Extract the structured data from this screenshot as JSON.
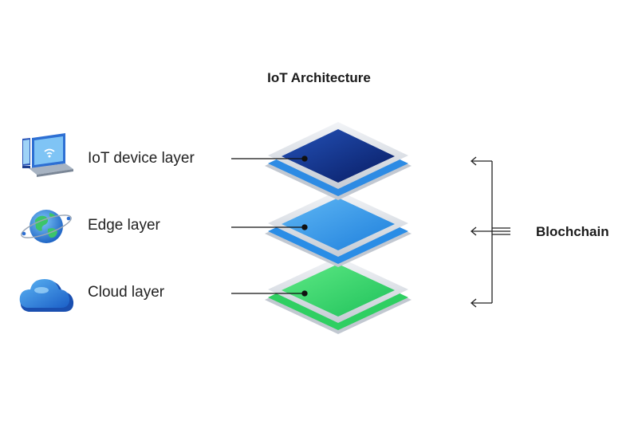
{
  "title": "IoT Architecture",
  "layers": [
    {
      "label": "IoT device layer",
      "icon": "laptop-tablet-icon",
      "color": "#0f2c7c"
    },
    {
      "label": "Edge layer",
      "icon": "globe-icon",
      "color": "#2f95e8"
    },
    {
      "label": "Cloud layer",
      "icon": "cloud-icon",
      "color": "#35d56b"
    }
  ],
  "blockchain_label": "Blochchain"
}
